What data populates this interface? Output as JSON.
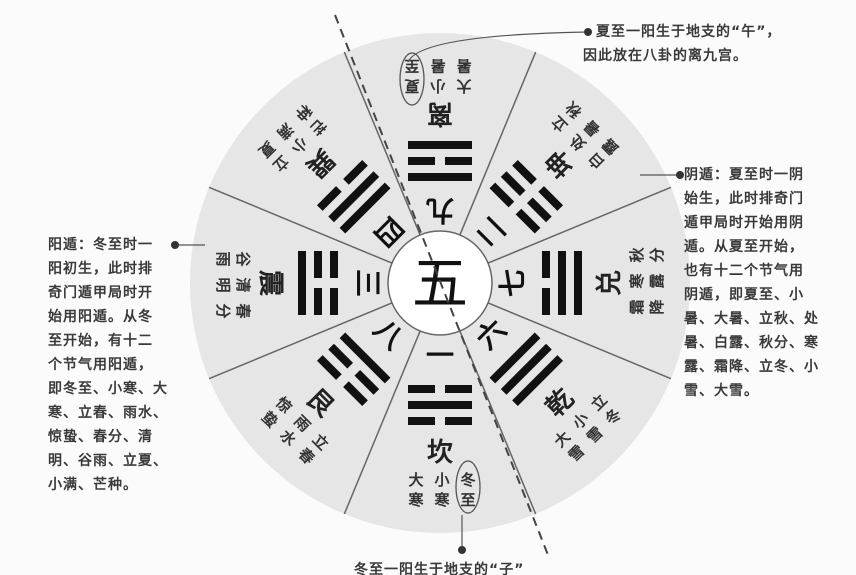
{
  "center": {
    "number": "五"
  },
  "palaces": [
    {
      "name": "坎",
      "number": "一",
      "lines": [
        0,
        1,
        0
      ],
      "terms": [
        "冬至",
        "小寒",
        "大寒"
      ],
      "circled": true
    },
    {
      "name": "艮",
      "number": "八",
      "lines": [
        0,
        0,
        1
      ],
      "terms": [
        "立春",
        "雨水",
        "惊蛰"
      ]
    },
    {
      "name": "震",
      "number": "三",
      "lines": [
        1,
        0,
        0
      ],
      "terms": [
        "春分",
        "清明",
        "谷雨"
      ]
    },
    {
      "name": "巽",
      "number": "四",
      "lines": [
        0,
        1,
        1
      ],
      "terms": [
        "立夏",
        "小满",
        "芒种"
      ]
    },
    {
      "name": "离",
      "number": "九",
      "lines": [
        1,
        0,
        1
      ],
      "terms": [
        "夏至",
        "小暑",
        "大暑"
      ],
      "circled": true
    },
    {
      "name": "坤",
      "number": "二",
      "lines": [
        0,
        0,
        0
      ],
      "terms": [
        "立秋",
        "处暑",
        "白露"
      ]
    },
    {
      "name": "兑",
      "number": "七",
      "lines": [
        1,
        1,
        0
      ],
      "terms": [
        "秋分",
        "寒露",
        "霜降"
      ]
    },
    {
      "name": "乾",
      "number": "六",
      "lines": [
        1,
        1,
        1
      ],
      "terms": [
        "立冬",
        "小雪",
        "大雪"
      ]
    }
  ],
  "notes": {
    "top": [
      "夏至一阳生于地支的“午”，",
      "因此放在八卦的离九宫。"
    ],
    "right": [
      "阴遁：夏至时一阴",
      "始生，此时排奇门",
      "遁甲局时开始用阴",
      "遁。从夏至开始，",
      "也有十二个节气用",
      "阴遁，即夏至、小",
      "暑、大暑、立秋、处",
      "暑、白露、秋分、寒",
      "露、霜降、立冬、小",
      "雪、大雪。"
    ],
    "left": [
      "阳遁：冬至时一",
      "阳初生，此时排",
      "奇门遁甲局时开",
      "始用阳遁。从冬",
      "至开始，有十二",
      "个节气用阳遁，",
      "即冬至、小寒、大",
      "寒、立春、雨水、",
      "惊蛰、春分、清",
      "明、谷雨、立夏、",
      "小满、芒种。"
    ],
    "bottom": [
      "冬至一阳生于地支的“子”"
    ]
  },
  "colors": {
    "disc": "#e6e6e6",
    "ink": "#111111",
    "line": "#666666"
  }
}
